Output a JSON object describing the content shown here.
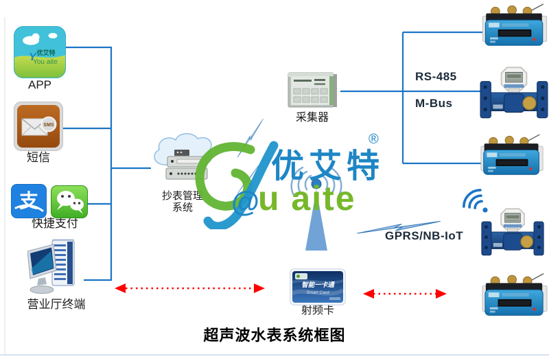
{
  "title": "超声波水表系统框图",
  "watermark": {
    "letter": "Y",
    "brand_cn": "优艾特",
    "registered_mark": "®",
    "brand_at": "@",
    "brand_en_tail": "u aite"
  },
  "nodes": {
    "app": {
      "label": "APP",
      "brand_cn": "优艾特",
      "brand_en": "You aite"
    },
    "sms": {
      "label": "短信",
      "badge": "SMS"
    },
    "quick_pay": {
      "label": "快捷支付",
      "alipay_glyph": "支"
    },
    "hall_terminal": {
      "label": "营业厅终端"
    },
    "meter_reading_system": {
      "label_line1": "抄表管理",
      "label_line2": "系统"
    },
    "collector": {
      "label": "采集器"
    },
    "rf_card": {
      "label": "射频卡",
      "card_title": "智能一卡通",
      "card_subtitle": "Smart Card"
    }
  },
  "link_labels": {
    "rs485": "RS-485",
    "mbus": "M-Bus",
    "gprs": "GPRS/NB-IoT"
  },
  "icons": {
    "app_icon": "rounded-app-tile",
    "sms_icon": "envelope-with-sms-badge",
    "alipay_icon": "blue-tile-zhi-glyph",
    "wechat_icon": "green-tile-chat-bubbles",
    "terminal_icon": "desktop-computer-tower",
    "cloud_server_icon": "cloud-with-servers",
    "collector_icon": "gray-device-box",
    "antenna_icon": "radio-mast-with-waves",
    "wifi_icon": "wifi-arcs",
    "meter_horizontal_icon": "ultrasonic-tube-meter",
    "meter_flanged_icon": "flanged-water-meter",
    "lightning_icon": "zigzag-bolt",
    "card_icon": "smart-card"
  },
  "colors": {
    "wire_blue": "#1b74c5",
    "arrow_red": "#ff0000",
    "brand_blue": "#1e86c5",
    "brand_green": "#76b82a"
  }
}
